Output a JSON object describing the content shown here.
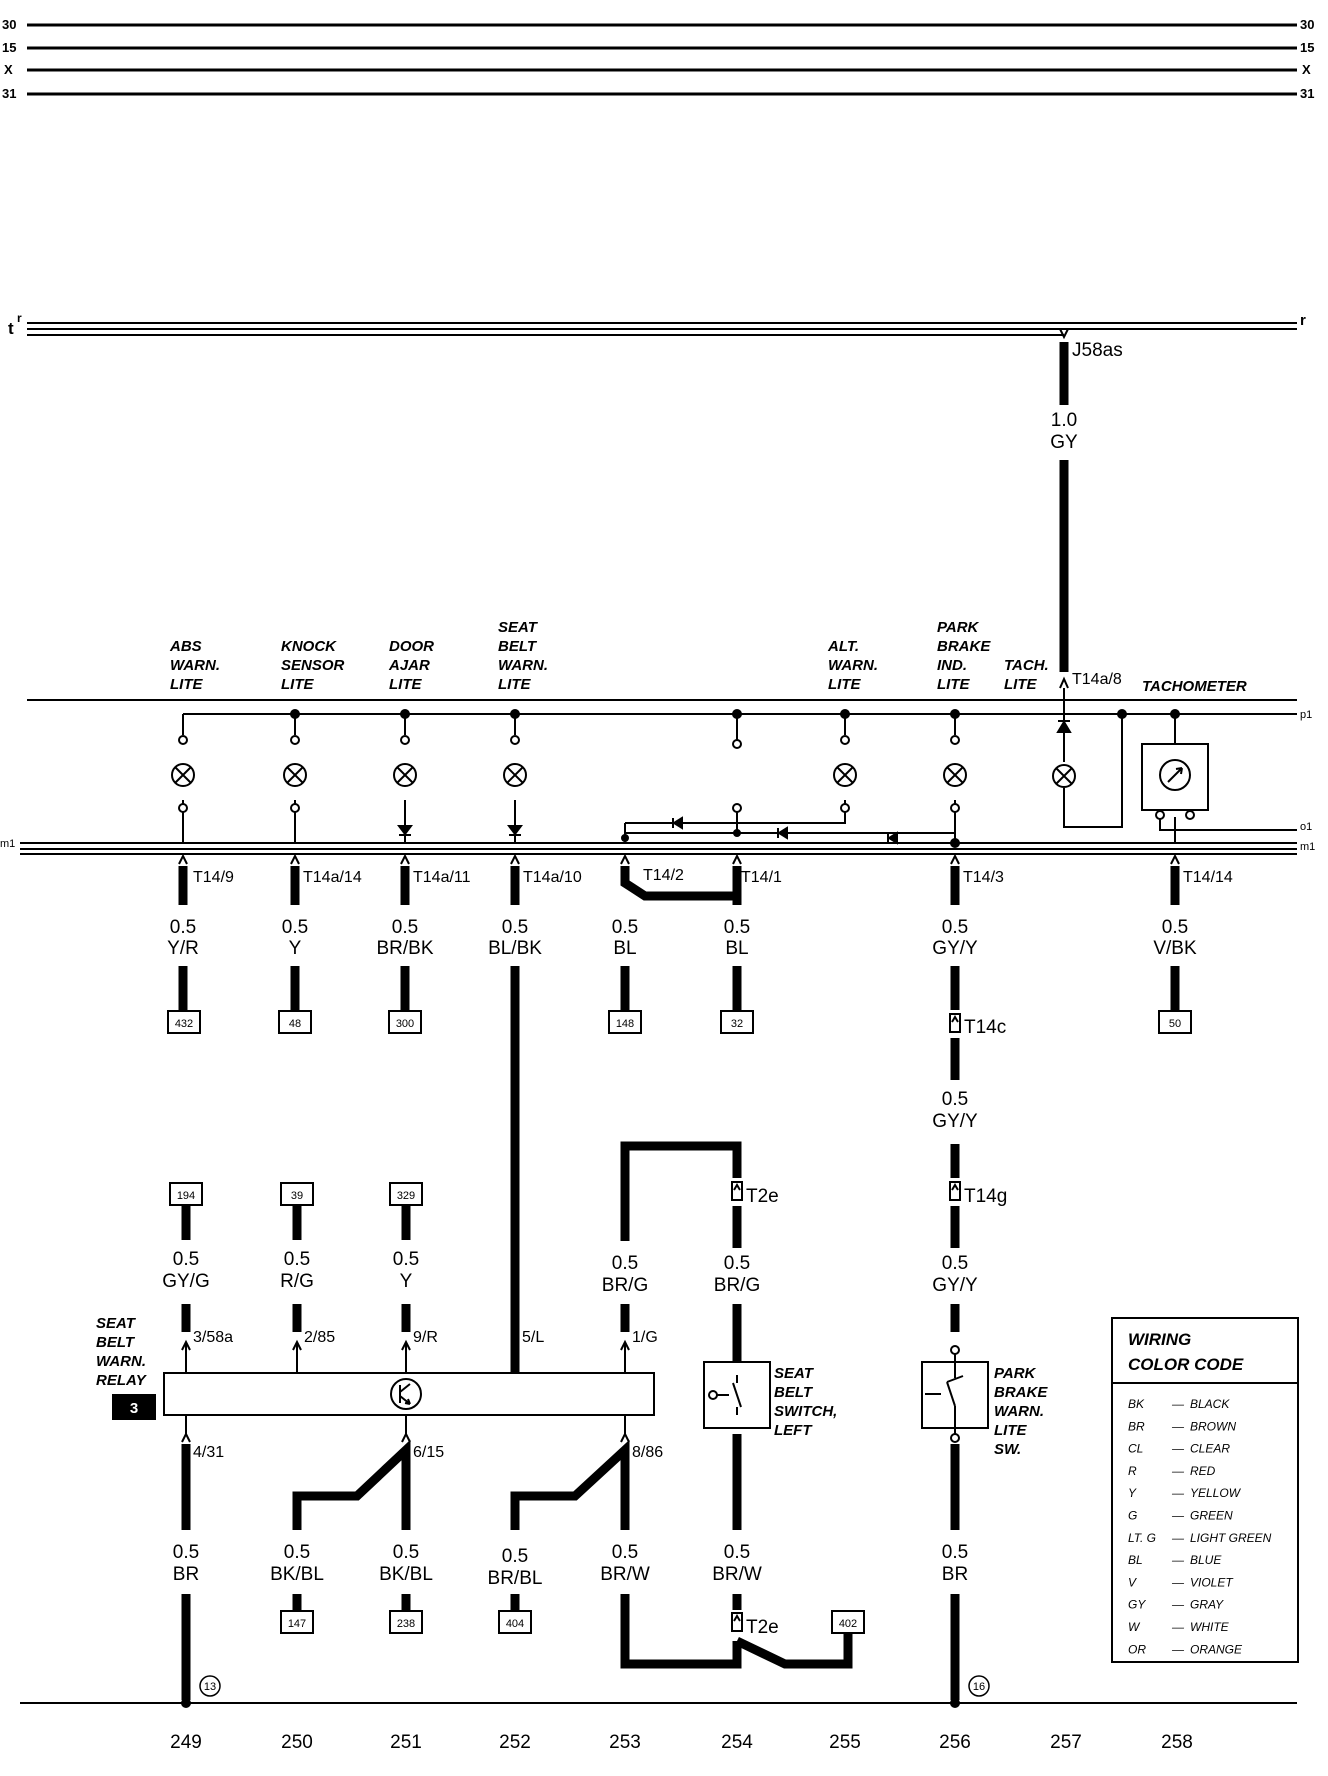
{
  "bus_labels": [
    "30",
    "15",
    "X",
    "31"
  ],
  "rails": {
    "t_left": "t",
    "r_left": "r",
    "r_right": "r",
    "p1": "p1",
    "o1": "o1",
    "m1": "m1"
  },
  "j58": {
    "label": "J58as",
    "gauge": "1.0",
    "color": "GY",
    "connector": "T14a/8"
  },
  "components": {
    "abs": [
      "ABS",
      "WARN.",
      "LITE"
    ],
    "knock": [
      "KNOCK",
      "SENSOR",
      "LITE"
    ],
    "door": [
      "DOOR",
      "AJAR",
      "LITE"
    ],
    "seat": [
      "SEAT",
      "BELT",
      "WARN.",
      "LITE"
    ],
    "alt": [
      "ALT.",
      "WARN.",
      "LITE"
    ],
    "park": [
      "PARK",
      "BRAKE",
      "IND.",
      "LITE"
    ],
    "tach": [
      "TACH.",
      "LITE"
    ],
    "tachometer": "TACHOMETER",
    "relay": [
      "SEAT",
      "BELT",
      "WARN.",
      "RELAY"
    ],
    "relay_num": "3",
    "seat_switch": [
      "SEAT",
      "BELT",
      "SWITCH,",
      "LEFT"
    ],
    "park_switch": [
      "PARK",
      "BRAKE",
      "WARN.",
      "LITE",
      "SW."
    ]
  },
  "connectors_top": [
    "T14/9",
    "T14a/14",
    "T14a/11",
    "T14a/10",
    "T14/2",
    "T14/1",
    "T14/3",
    "T14/14"
  ],
  "wires_top": [
    {
      "gauge": "0.5",
      "color": "Y/R",
      "ref": "432"
    },
    {
      "gauge": "0.5",
      "color": "Y",
      "ref": "48"
    },
    {
      "gauge": "0.5",
      "color": "BR/BK",
      "ref": "300"
    },
    {
      "gauge": "0.5",
      "color": "BL/BK",
      "ref": ""
    },
    {
      "gauge": "0.5",
      "color": "BL",
      "ref": "148"
    },
    {
      "gauge": "0.5",
      "color": "BL",
      "ref": "32"
    },
    {
      "gauge": "0.5",
      "color": "GY/Y",
      "ref": ""
    },
    {
      "gauge": "0.5",
      "color": "V/BK",
      "ref": "50"
    }
  ],
  "park_chain": [
    {
      "gauge": "0.5",
      "color": "GY/Y"
    },
    {
      "gauge": "0.5",
      "color": "GY/Y"
    }
  ],
  "inline_connectors": {
    "t14c": "T14c",
    "t14g": "T14g",
    "t2e_top": "T2e",
    "t2e_bottom": "T2e"
  },
  "refs_mid": [
    "194",
    "39",
    "329"
  ],
  "wires_mid": [
    {
      "gauge": "0.5",
      "color": "GY/G"
    },
    {
      "gauge": "0.5",
      "color": "R/G"
    },
    {
      "gauge": "0.5",
      "color": "Y"
    },
    {
      "gauge": "0.5",
      "color": "BR/G"
    },
    {
      "gauge": "0.5",
      "color": "BR/G"
    }
  ],
  "relay_pins_top": [
    "3/58a",
    "2/85",
    "9/R",
    "5/L",
    "1/G"
  ],
  "relay_pins_bottom": [
    "4/31",
    "6/15",
    "8/86"
  ],
  "wires_bottom": [
    {
      "gauge": "0.5",
      "color": "BR",
      "ref": ""
    },
    {
      "gauge": "0.5",
      "color": "BK/BL",
      "ref": "147"
    },
    {
      "gauge": "0.5",
      "color": "BK/BL",
      "ref": "238"
    },
    {
      "gauge": "0.5",
      "color": "BR/BL",
      "ref": "404"
    },
    {
      "gauge": "0.5",
      "color": "BR/W",
      "ref": ""
    },
    {
      "gauge": "0.5",
      "color": "BR/W",
      "ref": ""
    },
    {
      "gauge": "0.5",
      "color": "BR",
      "ref": ""
    }
  ],
  "ref_402": "402",
  "grounds": [
    "13",
    "16"
  ],
  "column_numbers": [
    "249",
    "250",
    "251",
    "252",
    "253",
    "254",
    "255",
    "256",
    "257",
    "258"
  ],
  "legend": {
    "title": [
      "WIRING",
      "COLOR CODE"
    ],
    "rows": [
      {
        "code": "BK",
        "name": "BLACK"
      },
      {
        "code": "BR",
        "name": "BROWN"
      },
      {
        "code": "CL",
        "name": "CLEAR"
      },
      {
        "code": "R",
        "name": "RED"
      },
      {
        "code": "Y",
        "name": "YELLOW"
      },
      {
        "code": "G",
        "name": "GREEN"
      },
      {
        "code": "LT. G",
        "name": "LIGHT GREEN"
      },
      {
        "code": "BL",
        "name": "BLUE"
      },
      {
        "code": "V",
        "name": "VIOLET"
      },
      {
        "code": "GY",
        "name": "GRAY"
      },
      {
        "code": "W",
        "name": "WHITE"
      },
      {
        "code": "OR",
        "name": "ORANGE"
      }
    ]
  }
}
